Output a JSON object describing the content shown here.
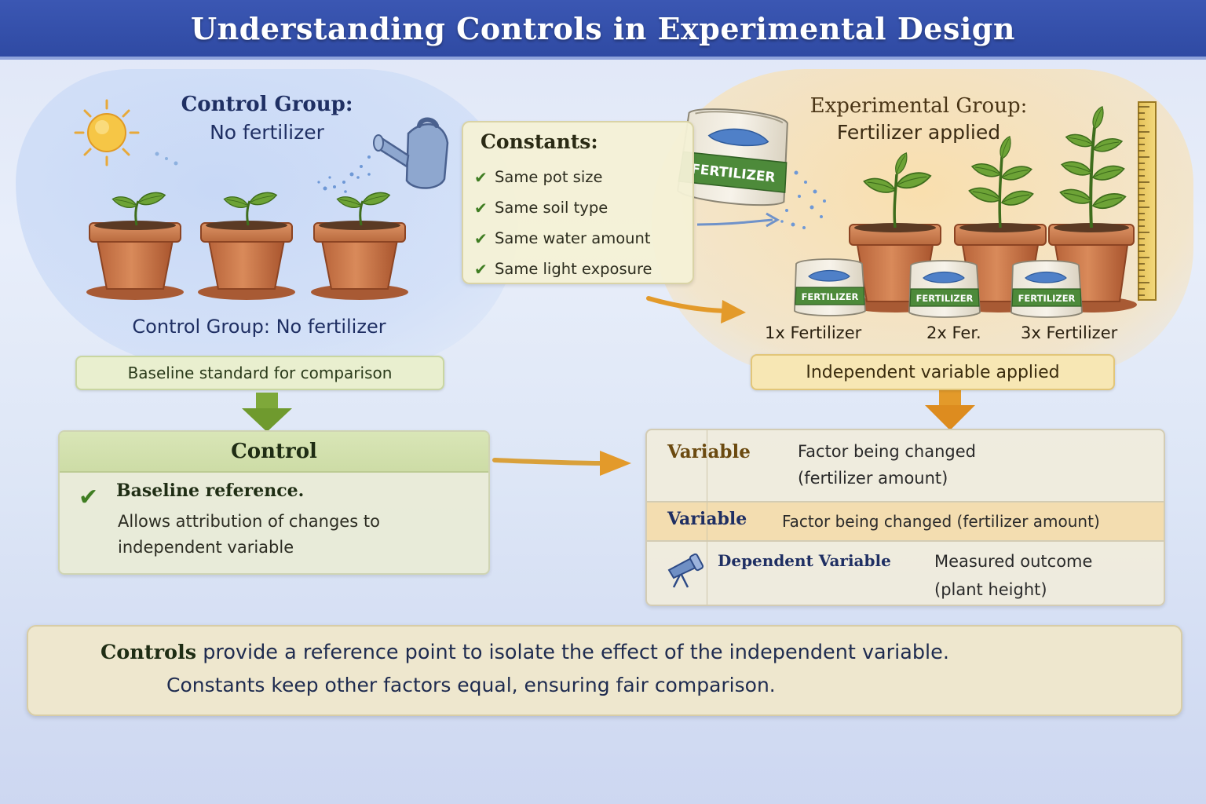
{
  "title": "Understanding Controls in Experimental Design",
  "control_group": {
    "title": "Control  Group:",
    "subtitle": "No fertilizer",
    "caption": "Control Group: No fertilizer",
    "note": "Baseline standard for comparison"
  },
  "constants": {
    "title": "Constants:",
    "items": [
      "Same pot size",
      "Same soil type",
      "Same water amount",
      "Same light exposure"
    ]
  },
  "experimental_group": {
    "title": "Experimental Group:",
    "subtitle": "Fertilizer applied",
    "bag_label": "FERTILIZER",
    "amounts": [
      "1x Fertilizer",
      "2x Fer.",
      "3x Fertilizer"
    ],
    "note": "Independent variable applied"
  },
  "control_box": {
    "title": "Control",
    "point": "Baseline reference.",
    "detail": "Allows attribution of changes to independent variable"
  },
  "variable_box": {
    "row1_label": "Variable",
    "row1_desc_line1": "Factor being changed",
    "row1_desc_line2": "(fertilizer amount)",
    "row2_label": "Variable",
    "row2_desc": "Factor being changed (fertilizer amount)",
    "row3_label": "Dependent Variable",
    "row3_desc_line1": "Measured outcome",
    "row3_desc_line2": "(plant height)"
  },
  "summary": {
    "line1_bold": "Controls",
    "line1_rest": " provide a reference point to isolate the effect of the independent variable.",
    "line2": "Constants keep other factors equal, ensuring fair comparison."
  },
  "colors": {
    "header": "#3b57b3",
    "control_blue": "#c6d7f6",
    "experimental_orange": "#fadeaa",
    "check_green": "#3f7d22",
    "arrow_orange": "#e39a2a",
    "arrow_green": "#6f9a2e"
  },
  "icons": [
    "sun-icon",
    "watering-can-icon",
    "check-icon",
    "fertilizer-bag-icon",
    "ruler-icon",
    "telescope-icon",
    "arrow-icon"
  ]
}
